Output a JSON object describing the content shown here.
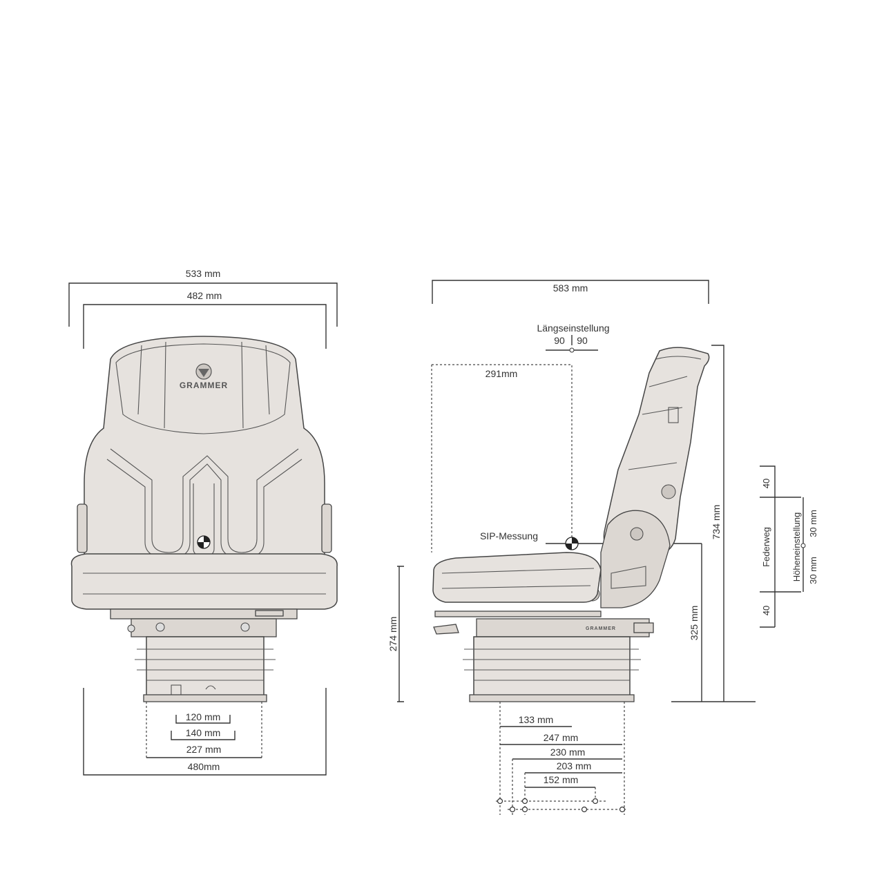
{
  "front_view": {
    "width_overall": "533 mm",
    "width_cushion": "482 mm",
    "base_dim_1": "120 mm",
    "base_dim_2": "140 mm",
    "base_dim_3": "227 mm",
    "base_dim_4": "480mm",
    "height_label": "274 mm",
    "logo_text": "GRAMMER"
  },
  "side_view": {
    "depth_overall": "583 mm",
    "longitudinal_label": "Längseinstellung",
    "longitudinal_fore": "90",
    "longitudinal_aft": "90",
    "sip_depth": "291mm",
    "sip_label": "SIP-Messung",
    "sip_height": "325 mm",
    "total_height": "734 mm",
    "rail_dim_1": "133 mm",
    "rail_dim_2": "247 mm",
    "rail_dim_3": "230 mm",
    "rail_dim_4": "203 mm",
    "rail_dim_5": "152 mm",
    "suspension_label": "Federweg",
    "suspension_top": "40",
    "suspension_bottom": "40",
    "height_adjust_label": "Höheneinstellung",
    "height_adjust_up": "30 mm",
    "height_adjust_down": "30 mm",
    "logo_text": "GRAMMER"
  }
}
